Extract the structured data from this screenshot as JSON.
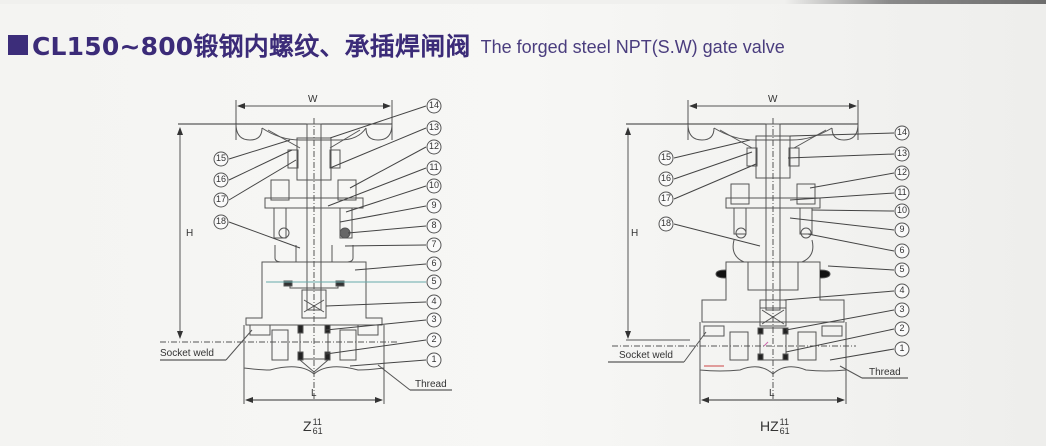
{
  "title": {
    "cn": "CL150~800锻钢内螺纹、承插焊闸阀",
    "en": "The forged steel NPT(S.W) gate valve",
    "accent_color": "#3b2b78"
  },
  "diagrams": [
    {
      "id": "left",
      "model_base": "Z",
      "model_sup": "11",
      "model_sub": "61",
      "dimension_width": "W",
      "dimension_height": "H",
      "dimension_length": "L",
      "label_socket_weld": "Socket weld",
      "label_thread": "Thread",
      "callouts_right": [
        "14",
        "13",
        "12",
        "11",
        "10",
        "9",
        "8",
        "7",
        "6",
        "5",
        "4",
        "3",
        "2",
        "1"
      ],
      "callouts_left": [
        "15",
        "16",
        "17",
        "18"
      ]
    },
    {
      "id": "right",
      "model_base": "HZ",
      "model_sup": "11",
      "model_sub": "61",
      "dimension_width": "W",
      "dimension_height": "H",
      "dimension_length": "L",
      "label_socket_weld": "Socket weld",
      "label_thread": "Thread",
      "callouts_right": [
        "14",
        "13",
        "12",
        "11",
        "10",
        "9",
        "6",
        "5",
        "4",
        "3",
        "2",
        "1"
      ],
      "callouts_left": [
        "15",
        "16",
        "17",
        "18"
      ]
    }
  ]
}
